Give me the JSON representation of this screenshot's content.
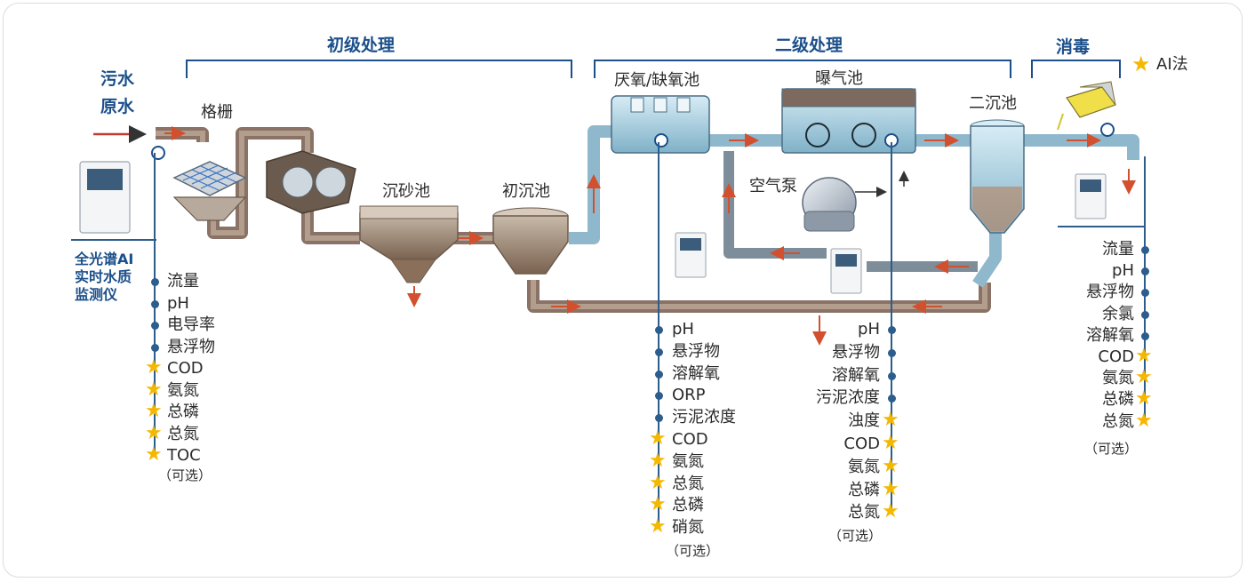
{
  "inlet_label": [
    "污水",
    "原水"
  ],
  "sections": {
    "primary": "初级处理",
    "secondary": "二级处理",
    "disinfection": "消毒"
  },
  "legend": {
    "icon": "star-icon",
    "label": "AI法"
  },
  "units": {
    "screen": "格栅",
    "grit": "沉砂池",
    "primary_clarifier": "初沉池",
    "anoxic": "厌氧/缺氧池",
    "aeration": "曝气池",
    "blower": "空气泵",
    "secondary_clarifier": "二沉池"
  },
  "monitor_label": [
    "全光谱AI",
    "实时水质",
    "监测仪"
  ],
  "optional_label": "（可选）",
  "lists": {
    "inlet": [
      {
        "text": "流量",
        "ai": false
      },
      {
        "text": "pH",
        "ai": false
      },
      {
        "text": "电导率",
        "ai": false
      },
      {
        "text": "悬浮物",
        "ai": false
      },
      {
        "text": "COD",
        "ai": true
      },
      {
        "text": "氨氮",
        "ai": true
      },
      {
        "text": "总磷",
        "ai": true
      },
      {
        "text": "总氮",
        "ai": true
      },
      {
        "text": "TOC",
        "ai": true
      }
    ],
    "anoxic": [
      {
        "text": "pH",
        "ai": false
      },
      {
        "text": "悬浮物",
        "ai": false
      },
      {
        "text": "溶解氧",
        "ai": false
      },
      {
        "text": "ORP",
        "ai": false
      },
      {
        "text": "污泥浓度",
        "ai": false
      },
      {
        "text": "COD",
        "ai": true
      },
      {
        "text": "氨氮",
        "ai": true
      },
      {
        "text": "总氮",
        "ai": true
      },
      {
        "text": "总磷",
        "ai": true
      },
      {
        "text": "硝氮",
        "ai": true
      }
    ],
    "aeration": [
      {
        "text": "pH",
        "ai": false
      },
      {
        "text": "悬浮物",
        "ai": false
      },
      {
        "text": "溶解氧",
        "ai": false
      },
      {
        "text": "污泥浓度",
        "ai": false
      },
      {
        "text": "浊度",
        "ai": true
      },
      {
        "text": "COD",
        "ai": true
      },
      {
        "text": "氨氮",
        "ai": true
      },
      {
        "text": "总磷",
        "ai": true
      },
      {
        "text": "总氮",
        "ai": true
      }
    ],
    "outlet": [
      {
        "text": "流量",
        "ai": false
      },
      {
        "text": "pH",
        "ai": false
      },
      {
        "text": "悬浮物",
        "ai": false
      },
      {
        "text": "余氯",
        "ai": false
      },
      {
        "text": "溶解氧",
        "ai": false
      },
      {
        "text": "COD",
        "ai": true
      },
      {
        "text": "氨氮",
        "ai": true
      },
      {
        "text": "总磷",
        "ai": true
      },
      {
        "text": "总氮",
        "ai": true
      }
    ]
  },
  "colors": {
    "accent": "#1b4f8a",
    "star": "#f5b800",
    "pipe_brown": "#8a7366",
    "pipe_blue": "#8fb8cc",
    "flow_arrow": "#d2502e"
  }
}
